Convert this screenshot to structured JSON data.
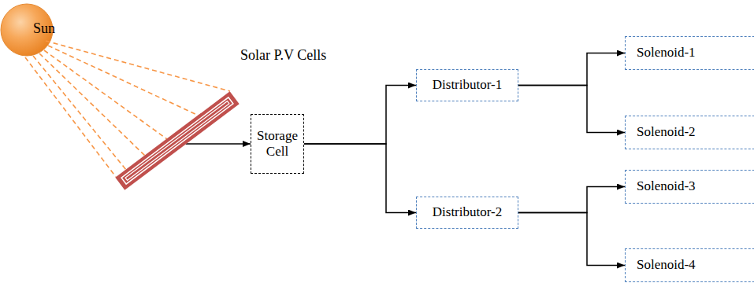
{
  "diagram": {
    "nodes": [
      {
        "text": [
          "Solar P.V Cells"
        ]
      },
      {
        "text": [
          "Storage Cell"
        ]
      },
      {
        "text": [
          "Distributor-1"
        ]
      },
      {
        "text": [
          "Distributor-2"
        ]
      },
      {
        "text": [
          "Solenoid-1"
        ]
      },
      {
        "text": [
          "Solenoid-2"
        ]
      },
      {
        "text": [
          "Solenoid-3"
        ]
      },
      {
        "text": [
          "Solenoid-4"
        ]
      }
    ],
    "edges": [
      {
        "from": 0,
        "to": 1,
        "arrow": "to"
      },
      {
        "from": 1,
        "to": 2,
        "arrow": "to"
      },
      {
        "from": 1,
        "to": 3,
        "arrow": "to"
      },
      {
        "from": 2,
        "to": 4,
        "arrow": "to"
      },
      {
        "from": 2,
        "to": 5,
        "arrow": "to"
      },
      {
        "from": 3,
        "to": 6,
        "arrow": "to"
      },
      {
        "from": 3,
        "to": 7,
        "arrow": "to"
      }
    ],
    "labels": [
      "Sun"
    ]
  }
}
